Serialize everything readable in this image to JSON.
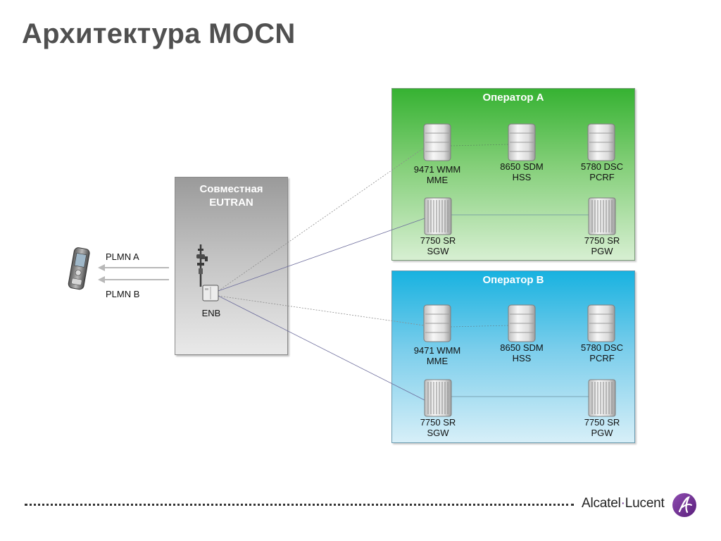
{
  "title": "Архитектура MOCN",
  "eutran": {
    "title_line1": "Совместная",
    "title_line2": "EUTRAN",
    "enb_label": "ENB"
  },
  "plmn": {
    "a": "PLMN A",
    "b": "PLMN B"
  },
  "operator_a": {
    "title": "Оператор A",
    "mme": {
      "line1": "9471 WMM",
      "line2": "MME"
    },
    "hss": {
      "line1": "8650 SDM",
      "line2": "HSS"
    },
    "pcrf": {
      "line1": "5780 DSC",
      "line2": "PCRF"
    },
    "sgw": {
      "line1": "7750 SR",
      "line2": "SGW"
    },
    "pgw": {
      "line1": "7750 SR",
      "line2": "PGW"
    }
  },
  "operator_b": {
    "title": "Оператор B",
    "mme": {
      "line1": "9471 WMM",
      "line2": "MME"
    },
    "hss": {
      "line1": "8650 SDM",
      "line2": "HSS"
    },
    "pcrf": {
      "line1": "5780 DSC",
      "line2": "PCRF"
    },
    "sgw": {
      "line1": "7750 SR",
      "line2": "SGW"
    },
    "pgw": {
      "line1": "7750 SR",
      "line2": "PGW"
    }
  },
  "footer": {
    "brand_part1": "Alcatel",
    "brand_sep": "·",
    "brand_part2": "Lucent"
  },
  "colors": {
    "operator_a": "#36b232",
    "operator_b": "#18b2e0",
    "eutran": "#9a9a9a",
    "brand_purple": "#6b2b8d"
  },
  "icons": [
    "phone-icon",
    "antenna-mast-icon",
    "enb-cabinet-icon",
    "server-icon",
    "router-icon",
    "alcatel-lucent-logo-icon"
  ]
}
